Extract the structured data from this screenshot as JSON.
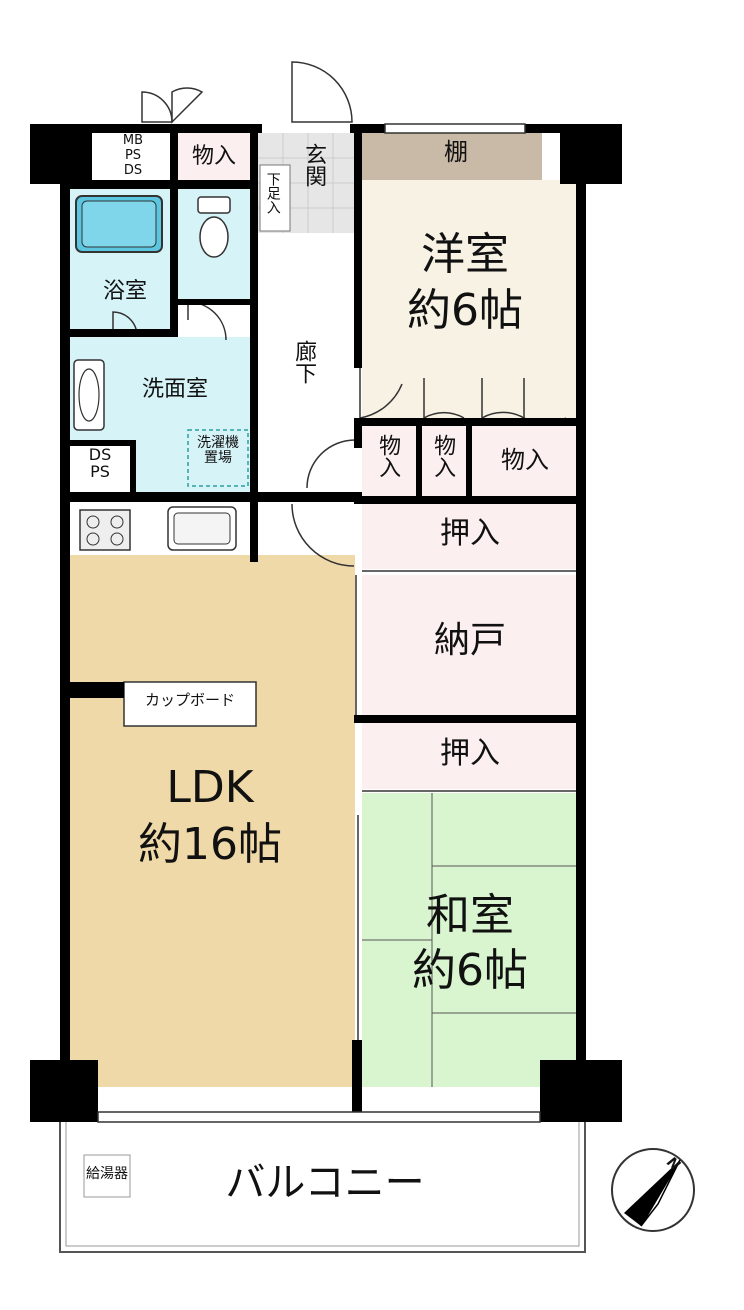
{
  "colors": {
    "wall": "#000000",
    "western_room": "#f7f2e4",
    "japanese_room": "#d9f5d0",
    "storage": "#fbefef",
    "wet_area": "#d6f3f8",
    "ldk": "#f0d9a8",
    "hall": "#ffffff",
    "genkan": "#e6e6e6",
    "shelf": "#c9b9a7",
    "balcony": "#ffffff"
  },
  "rooms": {
    "western": {
      "name": "洋室",
      "size": "約6帖"
    },
    "japanese": {
      "name": "和室",
      "size": "約6帖"
    },
    "ldk": {
      "name": "LDK",
      "size": "約16帖"
    },
    "nando": {
      "name": "納戸"
    },
    "oshiire_top": {
      "name": "押入"
    },
    "oshiire_bottom": {
      "name": "押入"
    },
    "bath": {
      "name": "浴室"
    },
    "washroom": {
      "name": "洗面室"
    },
    "washer": {
      "line1": "洗濯機",
      "line2": "置場"
    },
    "genkan": {
      "name": "玄関"
    },
    "getabako": {
      "name": "下足入"
    },
    "corridor": {
      "name": "廊下"
    },
    "shelf": {
      "name": "棚"
    },
    "storage_top": {
      "name": "物入"
    },
    "storage_a": {
      "name": "物入"
    },
    "storage_b": {
      "name": "物入"
    },
    "storage_c": {
      "name": "物入"
    },
    "cupboard": {
      "name": "カップボード"
    },
    "balcony": {
      "name": "バルコニー"
    },
    "water_heater": {
      "name": "給湯器"
    },
    "mbpsds": {
      "line1": "MB",
      "line2": "PS",
      "line3": "DS"
    },
    "dsps": {
      "line1": "DS",
      "line2": "PS"
    }
  },
  "compass": {
    "label": "N",
    "icon": "north-arrow-icon"
  }
}
